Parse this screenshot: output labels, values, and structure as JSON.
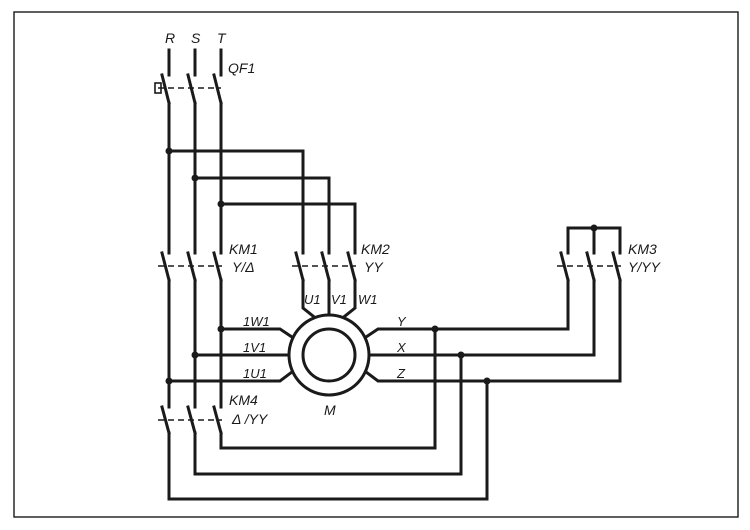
{
  "phases": {
    "r": "R",
    "s": "S",
    "t": "T"
  },
  "breaker": {
    "label": "QF1"
  },
  "contactors": {
    "km1": {
      "label": "KM1",
      "mode": "Y/Δ"
    },
    "km2": {
      "label": "KM2",
      "mode": "YY"
    },
    "km3": {
      "label": "KM3",
      "mode": "Y/YY"
    },
    "km4": {
      "label": "KM4",
      "mode": "Δ /YY"
    }
  },
  "motor": {
    "label": "M",
    "top_terminals": {
      "u1": "U1",
      "v1": "V1",
      "w1": "W1"
    },
    "left_terminals": {
      "w": "1W1",
      "v": "1V1",
      "u": "1U1"
    },
    "right_terminals": {
      "y": "Y",
      "x": "X",
      "z": "Z"
    }
  }
}
